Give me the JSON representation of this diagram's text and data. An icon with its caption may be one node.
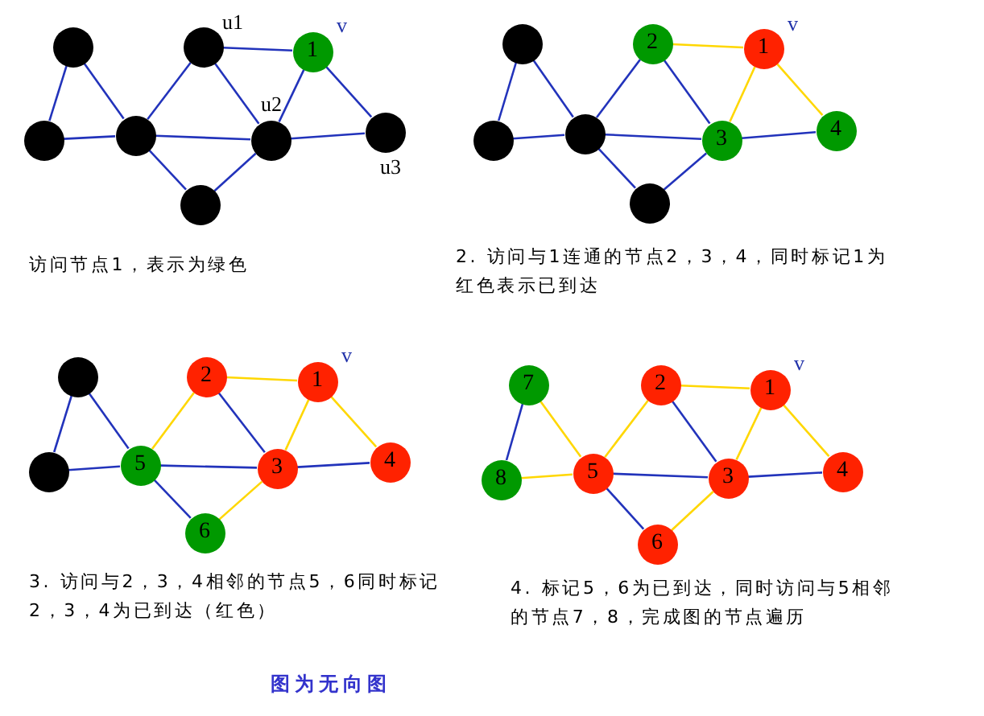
{
  "diagram": {
    "caption": "图为无向图",
    "nodes": [
      {
        "text": [],
        "shape": "circle"
      },
      {
        "text": [],
        "shape": "circle",
        "beside": [
          "u1"
        ]
      },
      {
        "text": [
          "1"
        ],
        "beside": [
          "v"
        ]
      },
      {
        "text": [],
        "shape": "circle"
      },
      {
        "text": [],
        "shape": "circle"
      },
      {
        "text": [],
        "shape": "circle",
        "beside": [
          "u2"
        ]
      },
      {
        "text": [],
        "shape": "circle",
        "beside": [
          "u3"
        ]
      },
      {
        "text": [],
        "shape": "circle"
      },
      {
        "text": [],
        "shape": "circle"
      },
      {
        "text": [
          "2"
        ]
      },
      {
        "text": [
          "1"
        ],
        "beside": [
          "v"
        ]
      },
      {
        "text": [],
        "shape": "circle"
      },
      {
        "text": [],
        "shape": "circle"
      },
      {
        "text": [
          "3"
        ]
      },
      {
        "text": [
          "4"
        ]
      },
      {
        "text": [],
        "shape": "circle"
      },
      {
        "text": [],
        "shape": "circle"
      },
      {
        "text": [
          "2"
        ]
      },
      {
        "text": [
          "1"
        ],
        "beside": [
          "v"
        ]
      },
      {
        "text": [],
        "shape": "circle"
      },
      {
        "text": [
          "5"
        ]
      },
      {
        "text": [
          "3"
        ]
      },
      {
        "text": [
          "4"
        ]
      },
      {
        "text": [
          "6"
        ]
      },
      {
        "text": [
          "7"
        ]
      },
      {
        "text": [
          "2"
        ]
      },
      {
        "text": [
          "1"
        ],
        "beside": [
          "v"
        ]
      },
      {
        "text": [
          "8"
        ]
      },
      {
        "text": [
          "5"
        ]
      },
      {
        "text": [
          "3"
        ]
      },
      {
        "text": [
          "4"
        ]
      },
      {
        "text": [
          "6"
        ]
      }
    ],
    "edges": [
      {
        "from": 0,
        "to": 3,
        "arrow": "none"
      },
      {
        "from": 0,
        "to": 4,
        "arrow": "none"
      },
      {
        "from": 3,
        "to": 4,
        "arrow": "none"
      },
      {
        "from": 4,
        "to": 1,
        "arrow": "none"
      },
      {
        "from": 4,
        "to": 5,
        "arrow": "none"
      },
      {
        "from": 4,
        "to": 7,
        "arrow": "none"
      },
      {
        "from": 1,
        "to": 5,
        "arrow": "none"
      },
      {
        "from": 1,
        "to": 2,
        "arrow": "none"
      },
      {
        "from": 2,
        "to": 5,
        "arrow": "none"
      },
      {
        "from": 2,
        "to": 6,
        "arrow": "none"
      },
      {
        "from": 5,
        "to": 6,
        "arrow": "none"
      },
      {
        "from": 5,
        "to": 7,
        "arrow": "none"
      },
      {
        "from": 8,
        "to": 11,
        "arrow": "none"
      },
      {
        "from": 8,
        "to": 12,
        "arrow": "none"
      },
      {
        "from": 11,
        "to": 12,
        "arrow": "none"
      },
      {
        "from": 12,
        "to": 9,
        "arrow": "none"
      },
      {
        "from": 12,
        "to": 13,
        "arrow": "none"
      },
      {
        "from": 12,
        "to": 15,
        "arrow": "none"
      },
      {
        "from": 9,
        "to": 13,
        "arrow": "none"
      },
      {
        "from": 9,
        "to": 10,
        "arrow": "none",
        "color": "#ffd700"
      },
      {
        "from": 10,
        "to": 13,
        "arrow": "none",
        "color": "#ffd700"
      },
      {
        "from": 10,
        "to": 14,
        "arrow": "none",
        "color": "#ffd700"
      },
      {
        "from": 13,
        "to": 14,
        "arrow": "none"
      },
      {
        "from": 13,
        "to": 15,
        "arrow": "none"
      },
      {
        "from": 16,
        "to": 19,
        "arrow": "none"
      },
      {
        "from": 16,
        "to": 20,
        "arrow": "none"
      },
      {
        "from": 19,
        "to": 20,
        "arrow": "none"
      },
      {
        "from": 20,
        "to": 17,
        "arrow": "none",
        "color": "#ffd700"
      },
      {
        "from": 20,
        "to": 21,
        "arrow": "none"
      },
      {
        "from": 20,
        "to": 23,
        "arrow": "none"
      },
      {
        "from": 17,
        "to": 21,
        "arrow": "none"
      },
      {
        "from": 17,
        "to": 18,
        "arrow": "none",
        "color": "#ffd700"
      },
      {
        "from": 18,
        "to": 21,
        "arrow": "none",
        "color": "#ffd700"
      },
      {
        "from": 18,
        "to": 22,
        "arrow": "none",
        "color": "#ffd700"
      },
      {
        "from": 21,
        "to": 22,
        "arrow": "none"
      },
      {
        "from": 21,
        "to": 23,
        "arrow": "none",
        "color": "#ffd700"
      },
      {
        "from": 24,
        "to": 27,
        "arrow": "none"
      },
      {
        "from": 24,
        "to": 28,
        "arrow": "none",
        "color": "#ffd700"
      },
      {
        "from": 27,
        "to": 28,
        "arrow": "none",
        "color": "#ffd700"
      },
      {
        "from": 28,
        "to": 25,
        "arrow": "none",
        "color": "#ffd700"
      },
      {
        "from": 28,
        "to": 29,
        "arrow": "none"
      },
      {
        "from": 28,
        "to": 31,
        "arrow": "none"
      },
      {
        "from": 25,
        "to": 29,
        "arrow": "none"
      },
      {
        "from": 25,
        "to": 26,
        "arrow": "none",
        "color": "#ffd700"
      },
      {
        "from": 26,
        "to": 29,
        "arrow": "none",
        "color": "#ffd700"
      },
      {
        "from": 26,
        "to": 30,
        "arrow": "none",
        "color": "#ffd700"
      },
      {
        "from": 29,
        "to": 30,
        "arrow": "none"
      },
      {
        "from": 29,
        "to": 31,
        "arrow": "none",
        "color": "#ffd700"
      }
    ],
    "labels": [
      "访问节点1，表示为绿色",
      "2. 访问与1连通的节点2，3，4，同时标记1为红色表示已到达",
      "3. 访问与2，3，4相邻的节点5，6同时标记2，3，4为已到达（红色）",
      "4. 标记5，6为已到达，同时访问与5相邻的节点7，8，完成图的节点遍历"
    ]
  }
}
